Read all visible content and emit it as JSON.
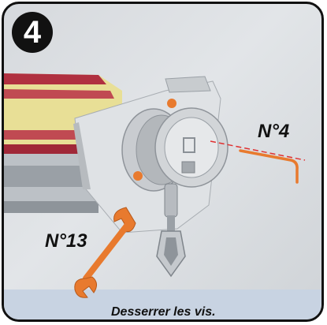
{
  "step": {
    "number": "4"
  },
  "labels": {
    "hex_key": "N°4",
    "wrench": "N°13"
  },
  "caption": "Desserrer les vis.",
  "colors": {
    "frame": "#111111",
    "tool_orange": "#e87a2e",
    "guide_line": "#e03030",
    "badge": "#111111"
  },
  "icons": {
    "hex_key": "allen-key-icon",
    "wrench": "open-end-wrench-icon"
  }
}
